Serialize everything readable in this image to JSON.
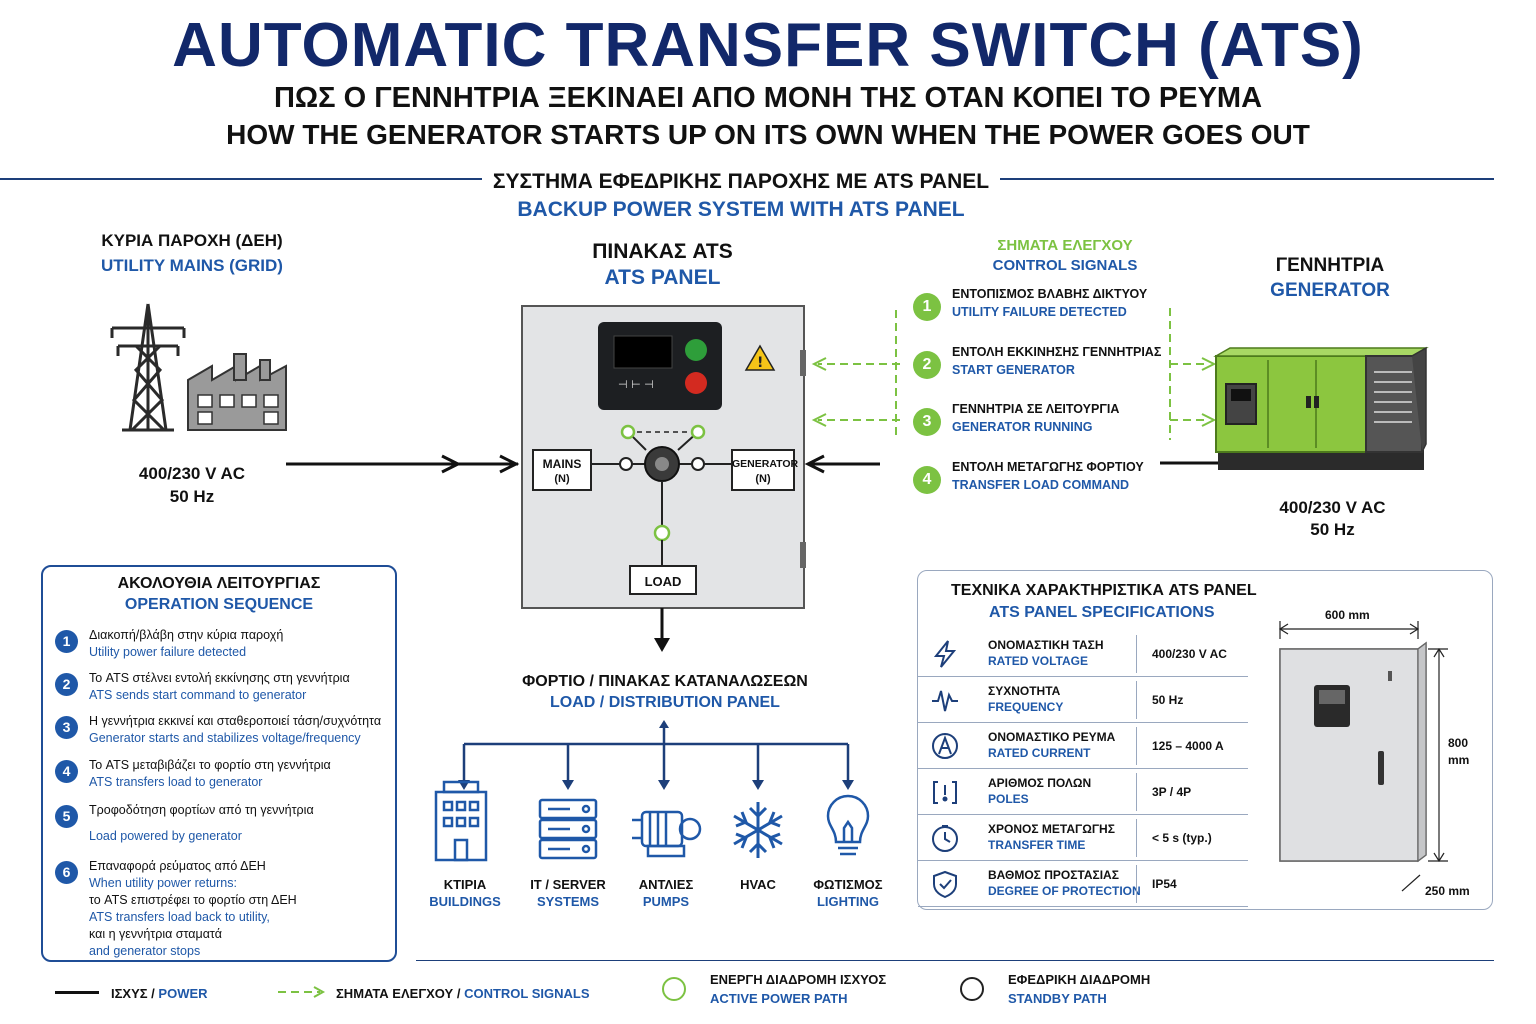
{
  "header": {
    "title": "AUTOMATIC TRANSFER SWITCH (ATS)",
    "subtitle_gr": "ΠΩΣ Ο ΓΕΝΝΗΤΡΙΑ ΞΕΚΙΝΑΕΙ ΑΠΟ ΜΟΝΗ ΤΗΣ ΟΤΑΝ ΚΟΠΕΙ ΤΟ ΡΕΥΜΑ",
    "subtitle_en": "HOW THE GENERATOR STARTS UP ON ITS OWN WHEN THE POWER GOES OUT"
  },
  "system": {
    "title_gr": "ΣΥΣΤΗΜΑ ΕΦΕΔΡΙΚΗΣ ΠΑΡΟΧΗΣ ΜΕ ATS PANEL",
    "title_en": "BACKUP POWER SYSTEM WITH ATS PANEL"
  },
  "mains": {
    "title_gr": "ΚΥΡΙΑ ΠΑΡΟΧΗ (ΔΕΗ)",
    "title_en": "UTILITY MAINS (GRID)",
    "voltage": "400/230 V AC",
    "freq": "50 Hz"
  },
  "ats": {
    "title_gr": "ΠΙΝΑΚΑΣ ATS",
    "title_en": "ATS PANEL",
    "mains_label": "MAINS",
    "mains_sub": "(N)",
    "gen_label": "GENERATOR",
    "gen_sub": "(N)",
    "load_label": "LOAD"
  },
  "signals": {
    "title_gr": "ΣΗΜΑΤΑ ΕΛΕΓΧΟΥ",
    "title_en": "CONTROL SIGNALS",
    "items": [
      {
        "num": "1",
        "gr": "ΕΝΤΟΠΙΣΜΟΣ ΒΛΑΒΗΣ ΔΙΚΤΥΟΥ",
        "en": "UTILITY FAILURE DETECTED"
      },
      {
        "num": "2",
        "gr": "ΕΝΤΟΛΗ ΕΚΚΙΝΗΣΗΣ ΓΕΝΝΗΤΡΙΑΣ",
        "en": "START GENERATOR"
      },
      {
        "num": "3",
        "gr": "ΓΕΝΝΗΤΡΙΑ ΣΕ ΛΕΙΤΟΥΡΓΙΑ",
        "en": "GENERATOR RUNNING"
      },
      {
        "num": "4",
        "gr": "ΕΝΤΟΛΗ ΜΕΤΑΓΩΓΗΣ ΦΟΡΤΙΟΥ",
        "en": "TRANSFER LOAD COMMAND"
      }
    ]
  },
  "generator": {
    "title_gr": "ΓΕΝΝΗΤΡΙΑ",
    "title_en": "GENERATOR",
    "voltage": "400/230 V AC",
    "freq": "50 Hz"
  },
  "load": {
    "title_gr": "ΦΟΡΤΙΟ / ΠΙΝΑΚΑΣ ΚΑΤΑΝΑΛΩΣΕΩΝ",
    "title_en": "LOAD / DISTRIBUTION PANEL",
    "items": [
      {
        "gr": "ΚΤΙΡΙΑ",
        "en": "BUILDINGS",
        "icon": "building-icon"
      },
      {
        "gr": "IT / SERVER",
        "en": "SYSTEMS",
        "icon": "server-icon"
      },
      {
        "gr": "ΑΝΤΛΙΕΣ",
        "en": "PUMPS",
        "icon": "pump-icon"
      },
      {
        "gr": "HVAC",
        "en": "",
        "icon": "snowflake-icon"
      },
      {
        "gr": "ΦΩΤΙΣΜΟΣ",
        "en": "LIGHTING",
        "icon": "lightbulb-icon"
      }
    ]
  },
  "operation": {
    "title_gr": "ΑΚΟΛΟΥΘΙΑ ΛΕΙΤΟΥΡΓΙΑΣ",
    "title_en": "OPERATION SEQUENCE",
    "steps": [
      {
        "num": "1",
        "gr": "Διακοπή/βλάβη στην κύρια παροχή",
        "en": "Utility power failure detected"
      },
      {
        "num": "2",
        "gr": "Το ATS στέλνει εντολή εκκίνησης στη γεννήτρια",
        "en": "ATS sends start command to generator"
      },
      {
        "num": "3",
        "gr": "Η γεννήτρια εκκινεί και σταθεροποιεί τάση/συχνότητα",
        "en": "Generator starts and stabilizes voltage/frequency"
      },
      {
        "num": "4",
        "gr": "Το ATS μεταβιβάζει το φορτίο στη γεννήτρια",
        "en": "ATS transfers load to generator"
      },
      {
        "num": "5",
        "gr": "Τροφοδότηση φορτίων από τη γεννήτρια",
        "en": "Load powered by generator"
      },
      {
        "num": "6",
        "gr": "Επαναφορά ρεύματος από ΔΕΗ",
        "en": "When utility power returns:",
        "gr2": "το ATS επιστρέφει το φορτίο στη ΔΕΗ",
        "en2": "ATS transfers load back to utility,",
        "gr3": "και η γεννήτρια σταματά",
        "en3": "and generator stops"
      }
    ]
  },
  "specs": {
    "title_gr": "ΤΕΧΝΙΚΑ ΧΑΡΑΚΤΗΡΙΣΤΙΚΑ ATS PANEL",
    "title_en": "ATS PANEL SPECIFICATIONS",
    "rows": [
      {
        "gr": "ΟΝΟΜΑΣΤΙΚΗ ΤΑΣΗ",
        "en": "RATED VOLTAGE",
        "value": "400/230 V AC",
        "icon": "lightning-icon"
      },
      {
        "gr": "ΣΥΧΝΟΤΗΤΑ",
        "en": "FREQUENCY",
        "value": "50 Hz",
        "icon": "waveform-icon"
      },
      {
        "gr": "ΟΝΟΜΑΣΤΙΚΟ ΡΕΥΜΑ",
        "en": "RATED CURRENT",
        "value": "125 – 4000 A",
        "icon": "ampere-icon"
      },
      {
        "gr": "ΑΡΙΘΜΟΣ ΠΟΛΩΝ",
        "en": "POLES",
        "value": "3P / 4P",
        "icon": "poles-icon"
      },
      {
        "gr": "ΧΡΟΝΟΣ ΜΕΤΑΓΩΓΗΣ",
        "en": "TRANSFER TIME",
        "value": "< 5 s (typ.)",
        "icon": "clock-icon"
      },
      {
        "gr": "ΒΑΘΜΟΣ ΠΡΟΣΤΑΣΙΑΣ",
        "en": "DEGREE OF PROTECTION",
        "value": "IP54",
        "icon": "shield-icon"
      }
    ],
    "width_dim": "600 mm",
    "height_dim": "800",
    "height_unit": "mm",
    "depth_dim": "250 mm"
  },
  "legend": {
    "power_gr": "ΙΣΧΥΣ",
    "power_sep": " / ",
    "power_en": "POWER",
    "signals_gr": "ΣΗΜΑΤΑ ΕΛΕΓΧΟΥ",
    "signals_sep": " / ",
    "signals_en": "CONTROL SIGNALS",
    "active_gr": "ΕΝΕΡΓΗ ΔΙΑΔΡΟΜΗ ΙΣΧΥΟΣ",
    "active_en": "ACTIVE POWER PATH",
    "standby_gr": "ΕΦΕΔΡΙΚΗ ΔΙΑΔΡΟΜΗ",
    "standby_en": "STANDBY PATH"
  },
  "colors": {
    "navy": "#12286a",
    "blue": "#1f58a8",
    "green": "#7cc242",
    "generator_body": "#8cc63f"
  }
}
